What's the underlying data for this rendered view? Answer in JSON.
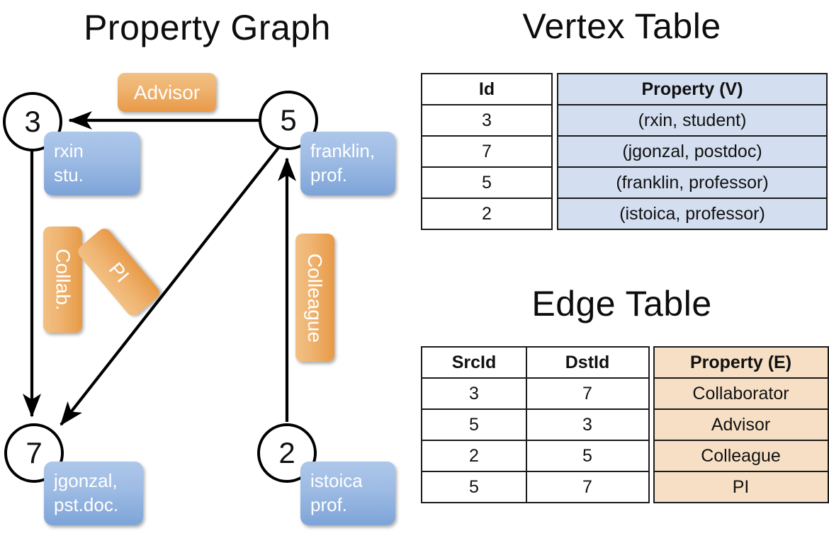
{
  "titles": {
    "property_graph": "Property Graph",
    "vertex_table": "Vertex Table",
    "edge_table": "Edge Table"
  },
  "graph": {
    "nodes": [
      {
        "id": "3",
        "property": "rxin\nstu.",
        "line1": "rxin",
        "line2": "stu."
      },
      {
        "id": "5",
        "property": "franklin,\nprof.",
        "line1": "franklin,",
        "line2": "prof."
      },
      {
        "id": "7",
        "property": "jgonzal,\npst.doc.",
        "line1": "jgonzal,",
        "line2": "pst.doc."
      },
      {
        "id": "2",
        "property": "istoica\nprof.",
        "line1": "istoica",
        "line2": "prof."
      }
    ],
    "edge_labels": {
      "advisor": "Advisor",
      "collab": "Collab.",
      "pi": "PI",
      "colleague": "Colleague"
    },
    "edges": [
      {
        "from": "5",
        "to": "3",
        "label": "Advisor"
      },
      {
        "from": "3",
        "to": "7",
        "label": "Collab."
      },
      {
        "from": "5",
        "to": "7",
        "label": "PI"
      },
      {
        "from": "2",
        "to": "5",
        "label": "Colleague"
      }
    ]
  },
  "vertex_table": {
    "headers": [
      "Id",
      "Property (V)"
    ],
    "rows": [
      {
        "id": "3",
        "property": "(rxin, student)"
      },
      {
        "id": "7",
        "property": "(jgonzal, postdoc)"
      },
      {
        "id": "5",
        "property": "(franklin, professor)"
      },
      {
        "id": "2",
        "property": "(istoica, professor)"
      }
    ]
  },
  "edge_table": {
    "headers": [
      "SrcId",
      "DstId",
      "Property (E)"
    ],
    "rows": [
      {
        "src": "3",
        "dst": "7",
        "property": "Collaborator"
      },
      {
        "src": "5",
        "dst": "3",
        "property": "Advisor"
      },
      {
        "src": "2",
        "dst": "5",
        "property": "Colleague"
      },
      {
        "src": "5",
        "dst": "7",
        "property": "PI"
      }
    ]
  },
  "colors": {
    "vertex_property_fill": "#d3dff0",
    "edge_property_fill": "#f6dfc5",
    "node_property_box": "#9dbbe4",
    "edge_label_box": "#efb471",
    "stroke": "#000000"
  }
}
